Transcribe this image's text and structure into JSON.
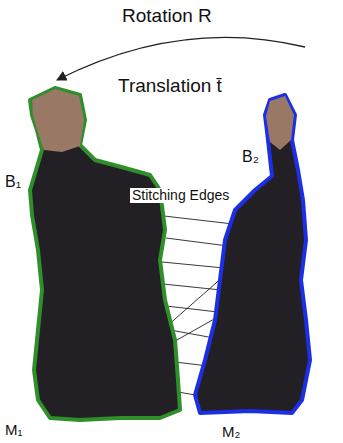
{
  "diagram": {
    "nodes": [
      {
        "text": [
          "B₁",
          "M₁"
        ]
      },
      {
        "text": [
          "B₂",
          "M₂"
        ]
      }
    ],
    "edges": [
      {
        "from": 1,
        "to": 0,
        "arrow": "to",
        "label": "Rotation R"
      }
    ],
    "labels": [
      "Translation t̄",
      "Stitching Edges"
    ]
  }
}
